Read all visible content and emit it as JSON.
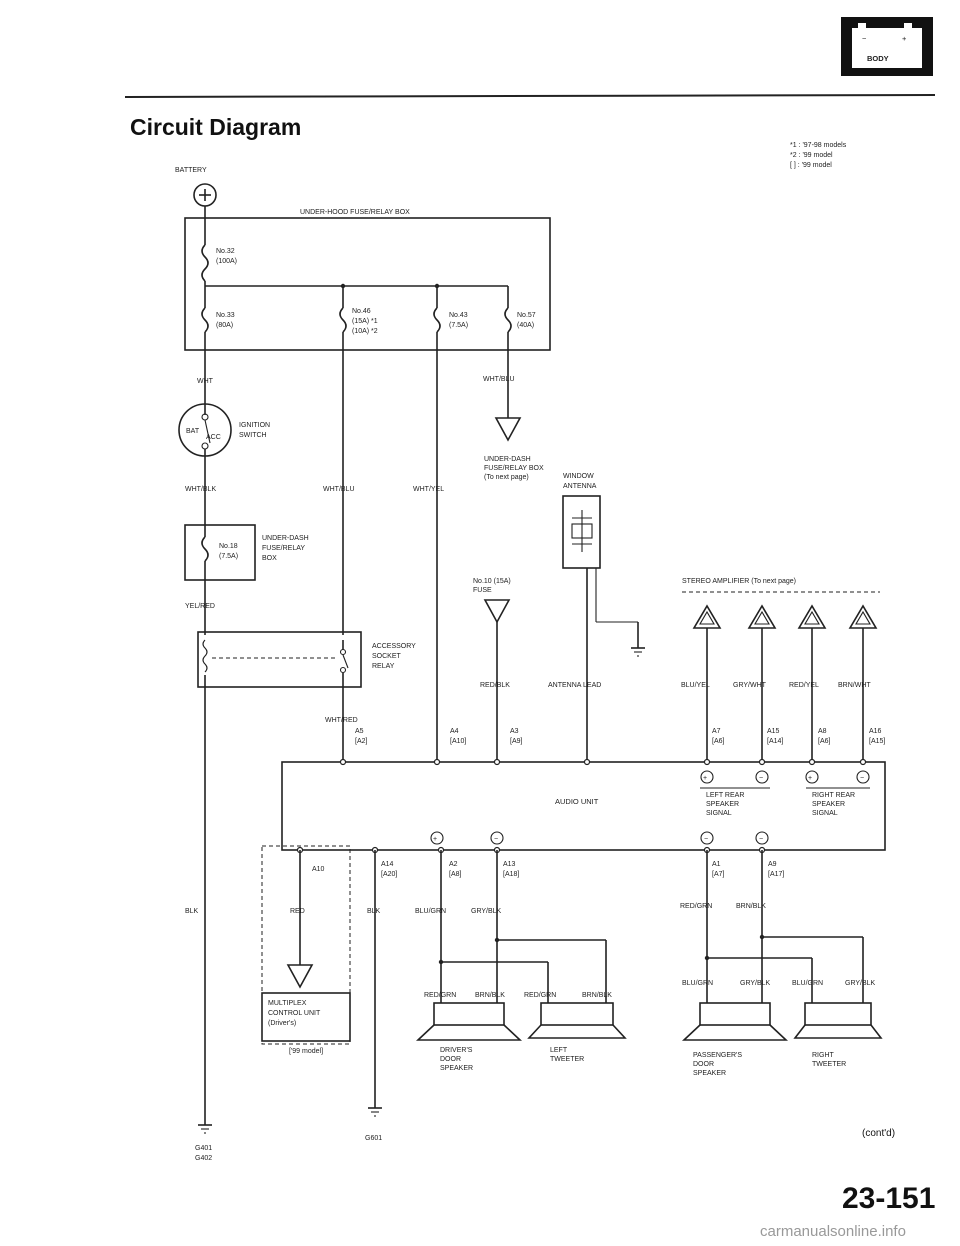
{
  "header": {
    "section_icon_label": "BODY",
    "section_icon_minus": "−",
    "section_icon_plus": "+",
    "title": "Circuit Diagram"
  },
  "notes": {
    "n1": "*1 : '97-98 models",
    "n2": "*2 : '99 model",
    "n3": "[ ] : '99 model"
  },
  "labels": {
    "battery": "BATTERY",
    "uh_box": "UNDER-HOOD FUSE/RELAY BOX",
    "f32a": "No.32",
    "f32b": "(100A)",
    "f33a": "No.33",
    "f33b": "(80A)",
    "f46a": "No.46",
    "f46b": "(15A) *1",
    "f46c": "(10A) *2",
    "f43a": "No.43",
    "f43b": "(7.5A)",
    "f57a": "No.57",
    "f57b": "(40A)",
    "wht": "WHT",
    "wht_blu_r": "WHT/BLU",
    "bat": "BAT",
    "acc": "ACC",
    "ign1": "IGNITION",
    "ign2": "SWITCH",
    "udb1": "UNDER-DASH",
    "udb2": "FUSE/RELAY BOX",
    "udb3": "(To next page)",
    "win1": "WINDOW",
    "win2": "ANTENNA",
    "wht_blk": "WHT/BLK",
    "wht_blu_m": "WHT/BLU",
    "wht_yel": "WHT/YEL",
    "f18a": "No.18",
    "f18b": "(7.5A)",
    "ud1": "UNDER-DASH",
    "ud2": "FUSE/RELAY",
    "ud3": "BOX",
    "f10a": "No.10 (15A)",
    "f10b": "FUSE",
    "amp": "STEREO AMPLIFIER (To next page)",
    "yel_red": "YEL/RED",
    "acc1": "ACCESSORY",
    "acc2": "SOCKET",
    "acc3": "RELAY",
    "red_blk": "RED/BLK",
    "ant_lead": "ANTENNA LEAD",
    "blu_yel": "BLU/YEL",
    "gry_wht": "GRY/WHT",
    "red_yel": "RED/YEL",
    "brn_wht": "BRN/WHT",
    "wht_red": "WHT/RED",
    "a5": "A5",
    "a5b": "[A2]",
    "a4": "A4",
    "a4b": "[A10]",
    "a3": "A3",
    "a3b": "[A9]",
    "a7": "A7",
    "a7b": "[A6]",
    "a15": "A15",
    "a15b": "[A14]",
    "a8": "A8",
    "a8b": "[A6]",
    "a16": "A16",
    "a16b": "[A15]",
    "lrs1": "LEFT REAR",
    "lrs2": "SPEAKER",
    "lrs3": "SIGNAL",
    "rrs1": "RIGHT REAR",
    "rrs2": "SPEAKER",
    "rrs3": "SIGNAL",
    "audio": "AUDIO UNIT",
    "a10": "A10",
    "a14": "A14",
    "a14b": "[A20]",
    "a2": "A2",
    "a2b": "[A8]",
    "a13": "A13",
    "a13b": "[A18]",
    "a1": "A1",
    "a1b": "[A7]",
    "a9": "A9",
    "a9b": "[A17]",
    "blk_l": "BLK",
    "red": "RED",
    "blk_m": "BLK",
    "blu_grn_l": "BLU/GRN",
    "gry_blk_l": "GRY/BLK",
    "red_grn_r": "RED/GRN",
    "brn_blk_r": "BRN/BLK",
    "red_grn_1": "RED/GRN",
    "brn_blk_1": "BRN/BLK",
    "red_grn_2": "RED/GRN",
    "brn_blk_2": "BRN/BLK",
    "blu_grn_1": "BLU/GRN",
    "gry_blk_1": "GRY/BLK",
    "blu_grn_2": "BLU/GRN",
    "gry_blk_2": "GRY/BLK",
    "mcu1": "MULTIPLEX",
    "mcu2": "CONTROL UNIT",
    "mcu3": "(Driver's)",
    "m99": "['99 model]",
    "ds1": "DRIVER'S",
    "ds2": "DOOR",
    "ds3": "SPEAKER",
    "lt1": "LEFT",
    "lt2": "TWEETER",
    "ps1": "PASSENGER'S",
    "ps2": "DOOR",
    "ps3": "SPEAKER",
    "rt1": "RIGHT",
    "rt2": "TWEETER",
    "g401": "G401",
    "g402": "G402",
    "g601": "G601",
    "plus": "+",
    "minus": "−",
    "contd": "(cont'd)",
    "page": "23-151",
    "watermark": "carmanualsonline.info"
  }
}
